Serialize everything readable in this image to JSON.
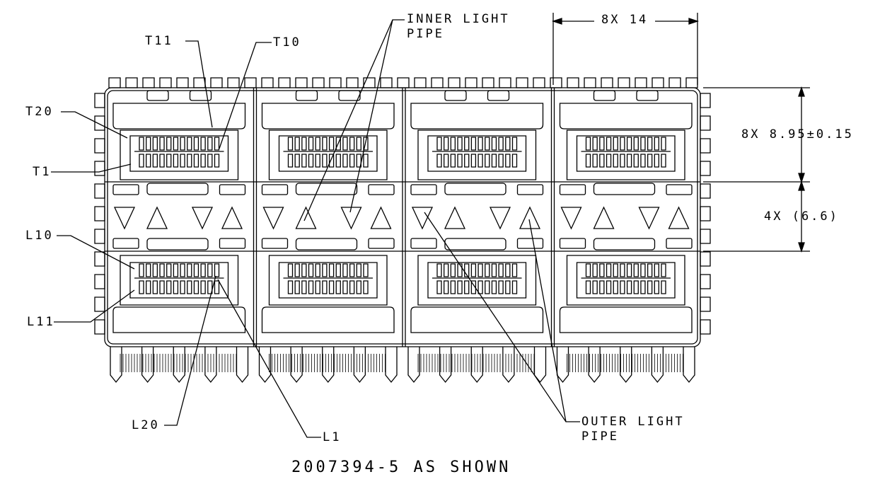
{
  "labels": {
    "t11": "T11",
    "t10": "T10",
    "t20": "T20",
    "t1": "T1",
    "l10": "L10",
    "l11": "L11",
    "l20": "L20",
    "l1": "L1",
    "inner_light_pipe_1": "INNER LIGHT",
    "inner_light_pipe_2": "PIPE",
    "outer_light_pipe_1": "OUTER LIGHT",
    "outer_light_pipe_2": "PIPE",
    "dim_pitch": "8X 14",
    "dim_height": "8X 8.95±0.15",
    "dim_gap": "4X (6.6)",
    "caption": "2007394-5 AS SHOWN"
  }
}
